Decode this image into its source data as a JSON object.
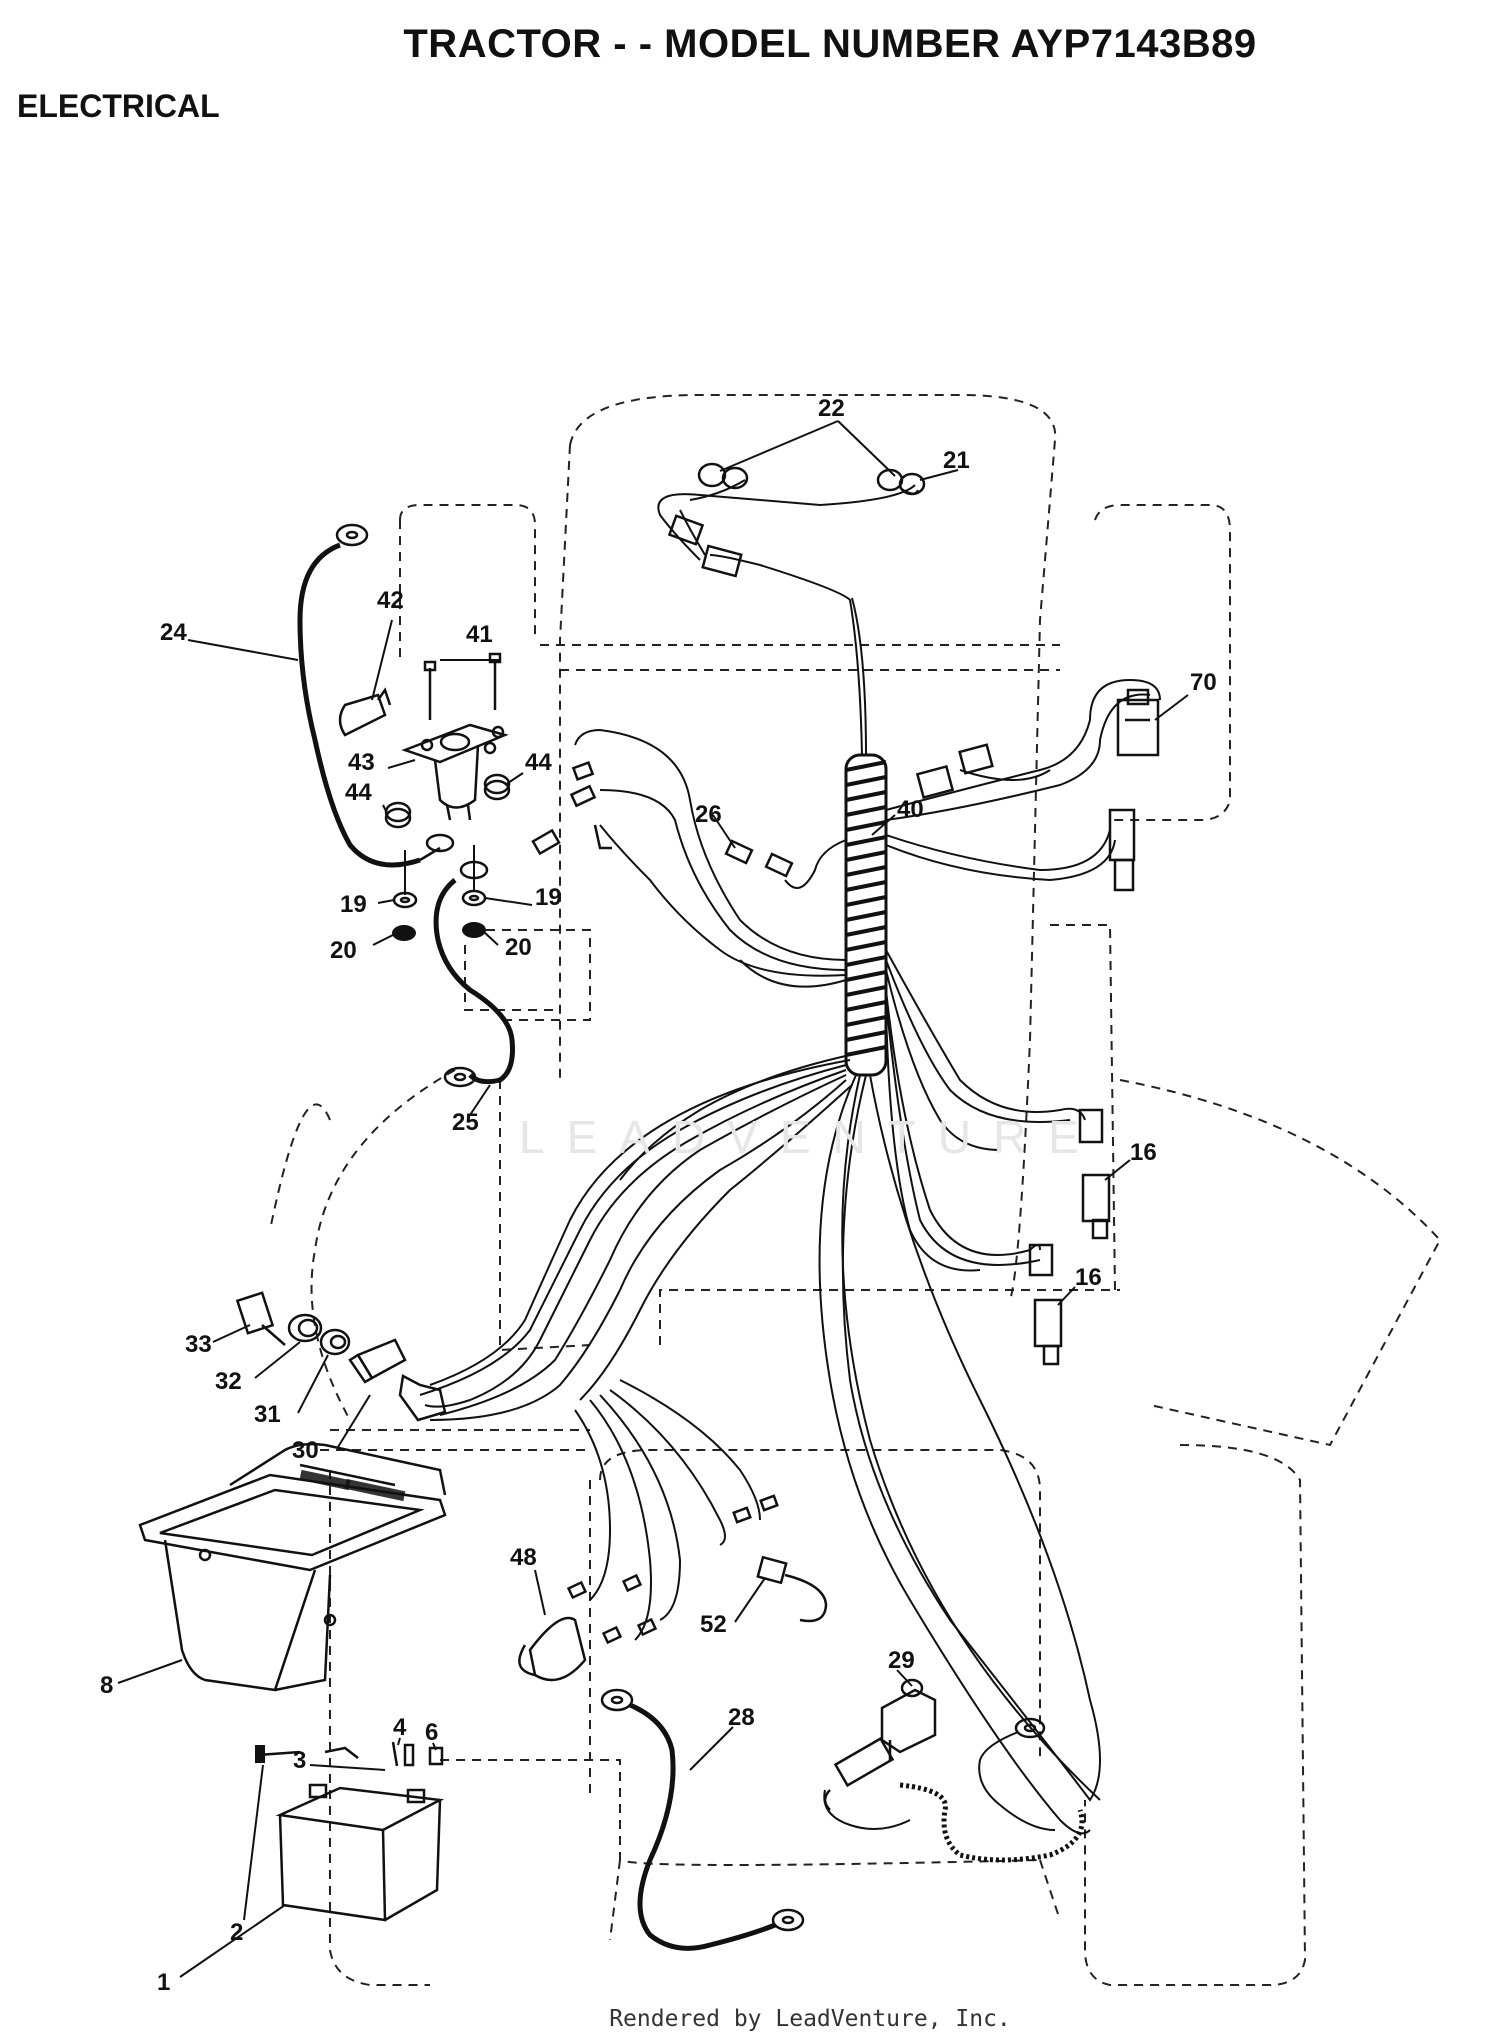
{
  "header": {
    "title": "TRACTOR - - MODEL NUMBER AYP7143B89",
    "section": "ELECTRICAL"
  },
  "watermark": "LEADVENTURE",
  "footer": {
    "credit": "Rendered by LeadVenture, Inc."
  },
  "callouts": {
    "c1": "1",
    "c2": "2",
    "c3": "3",
    "c4": "4",
    "c6": "6",
    "c8": "8",
    "c16a": "16",
    "c16b": "16",
    "c19a": "19",
    "c19b": "19",
    "c20a": "20",
    "c20b": "20",
    "c21": "21",
    "c22": "22",
    "c24": "24",
    "c25": "25",
    "c26": "26",
    "c28": "28",
    "c29": "29",
    "c30": "30",
    "c31": "31",
    "c32": "32",
    "c33": "33",
    "c40": "40",
    "c41": "41",
    "c42": "42",
    "c43": "43",
    "c44a": "44",
    "c44b": "44",
    "c48": "48",
    "c52": "52",
    "c70": "70"
  },
  "colors": {
    "ink": "#111111",
    "watermark": "#e6e6e6"
  }
}
